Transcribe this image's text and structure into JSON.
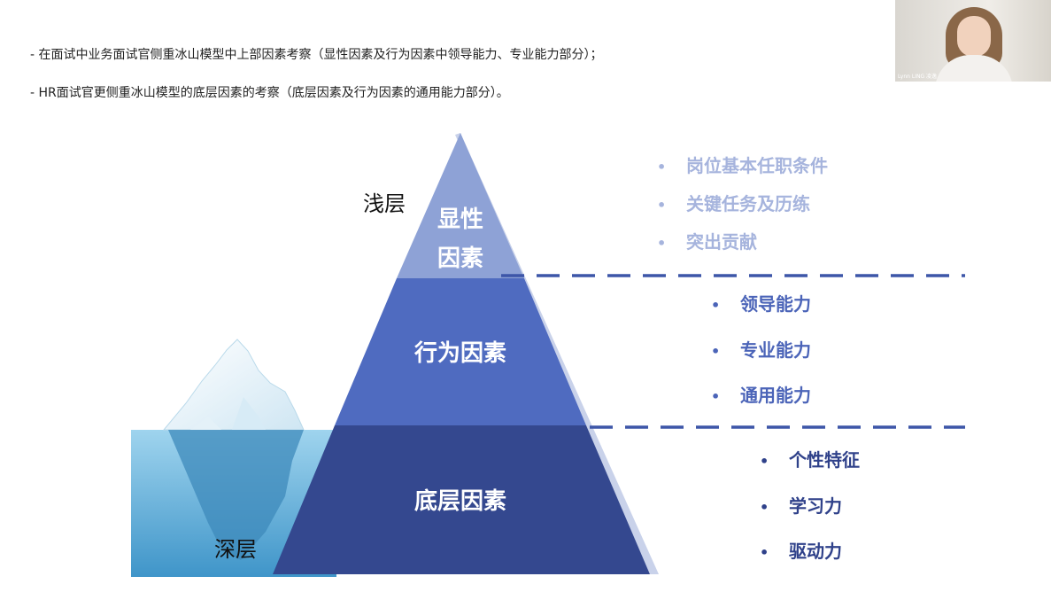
{
  "notes": [
    "- 在面试中业务面试官侧重冰山模型中上部因素考察（显性因素及行为因素中领导能力、专业能力部分）；",
    "- HR面试官更侧重冰山模型的底层因素的考察（底层因素及行为因素的通用能力部分）。"
  ],
  "webcam": {
    "name": "Lynn LING 凌逸"
  },
  "pyramid": {
    "shallow_label": "浅层",
    "deep_label": "深层",
    "layers": {
      "top_line1": "显性",
      "top_line2": "因素",
      "middle": "行为因素",
      "bottom": "底层因素"
    }
  },
  "points": {
    "top": [
      "岗位基本任职条件",
      "关键任务及历练",
      "突出贡献"
    ],
    "middle": [
      "领导能力",
      "专业能力",
      "通用能力"
    ],
    "bottom": [
      "个性特征",
      "学习力",
      "驱动力"
    ],
    "bullet_glyph": "•"
  },
  "colors": {
    "top_layer": "#8ea2d6",
    "middle_layer": "#4f6bc0",
    "bottom_layer": "#34488f",
    "top_points": "#a6b4dd",
    "middle_points": "#4b64b8",
    "bottom_points": "#2f418a",
    "dash": "#3d56a8"
  }
}
